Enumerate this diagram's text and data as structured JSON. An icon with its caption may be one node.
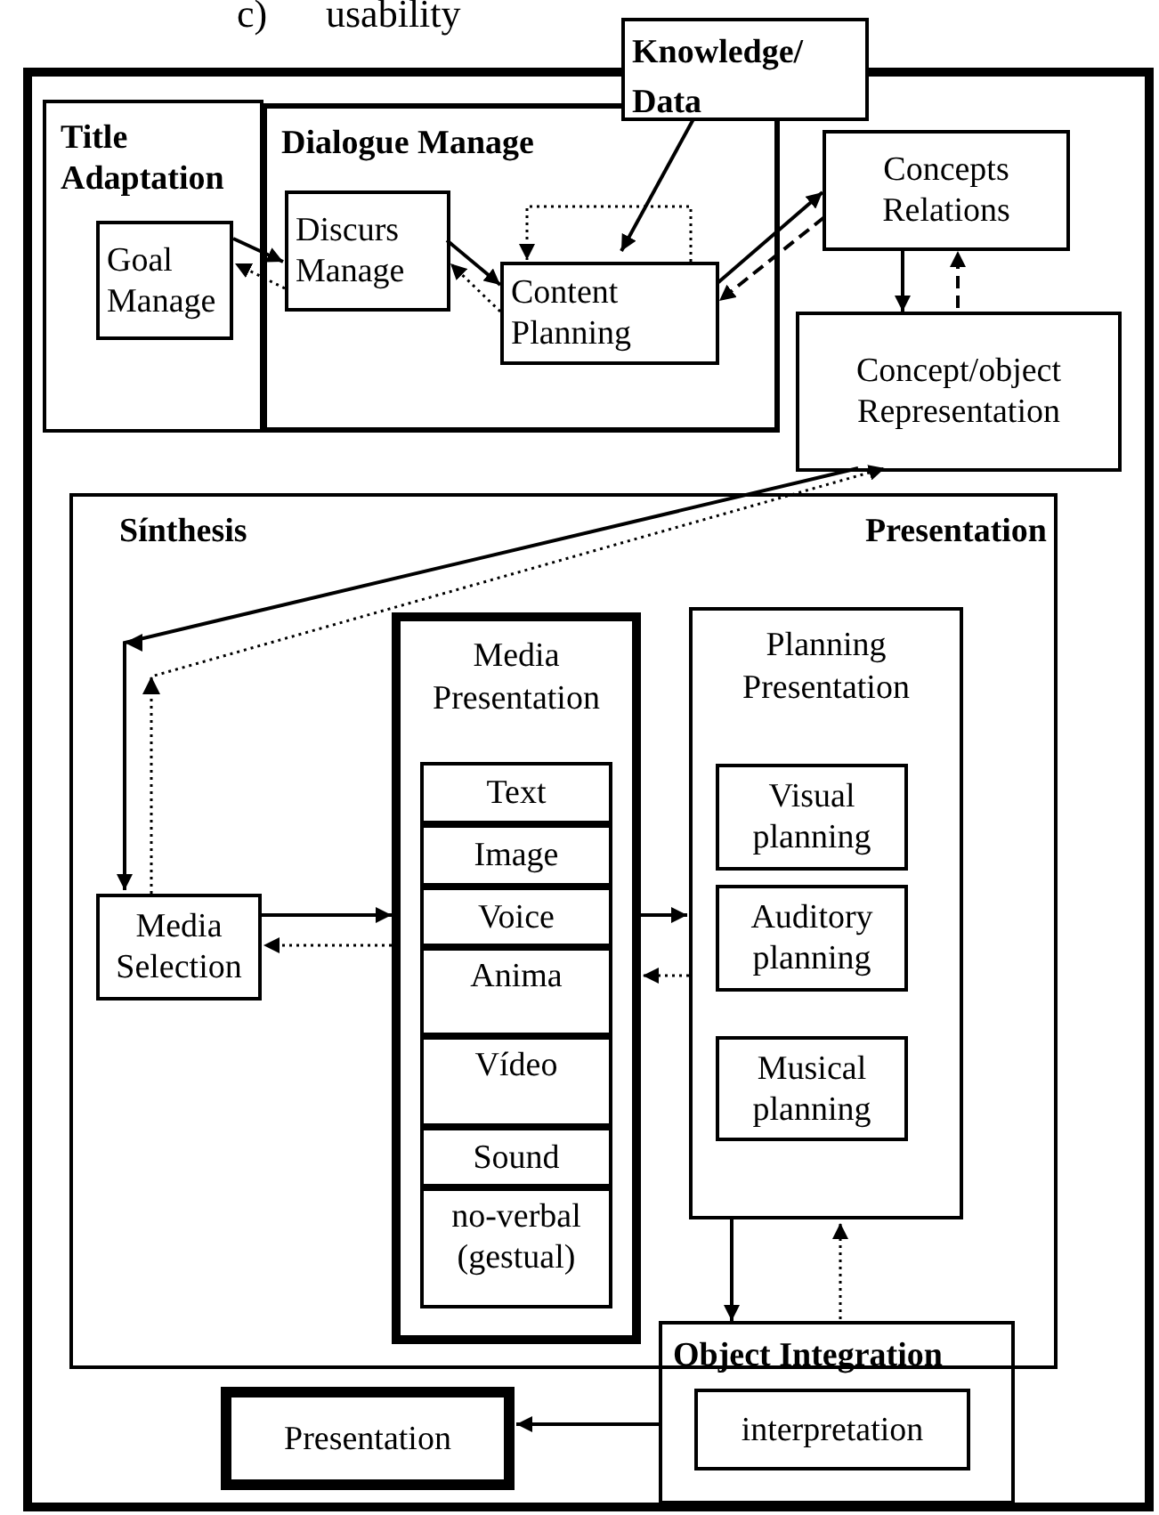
{
  "diagram": {
    "nodes": [
      {
        "text": [],
        "shape": "box"
      },
      {
        "text": [
          "Title Adaptation"
        ],
        "in": 0
      },
      {
        "text": [
          "Goal Manage"
        ],
        "in": 1
      },
      {
        "text": [
          "Dialogue Manage"
        ],
        "in": 0
      },
      {
        "text": [
          "Discurs Manage"
        ],
        "in": 3
      },
      {
        "text": [
          "Content Planning"
        ],
        "in": 3
      },
      {
        "text": [
          "Knowledge/ Data"
        ]
      },
      {
        "text": [
          "Concepts Relations"
        ],
        "in": 0
      },
      {
        "text": [
          "Concept/object Representation"
        ],
        "in": 0
      },
      {
        "text": [
          "Sínthesis",
          "Presentation"
        ],
        "in": 0
      },
      {
        "text": [
          "Media Selection"
        ],
        "in": 9
      },
      {
        "text": [
          "Media Presentation"
        ],
        "in": 9
      },
      {
        "text": [
          "Text"
        ],
        "in": 11
      },
      {
        "text": [
          "Image"
        ],
        "in": 11
      },
      {
        "text": [
          "Voice"
        ],
        "in": 11
      },
      {
        "text": [
          "Anima"
        ],
        "in": 11
      },
      {
        "text": [
          "Vídeo"
        ],
        "in": 11
      },
      {
        "text": [
          "Sound"
        ],
        "in": 11
      },
      {
        "text": [
          "no-verbal (gestual)"
        ],
        "in": 11
      },
      {
        "text": [
          "Planning Presentation"
        ],
        "in": 9
      },
      {
        "text": [
          "Visual planning"
        ],
        "in": 19
      },
      {
        "text": [
          "Auditory planning"
        ],
        "in": 19
      },
      {
        "text": [
          "Musical planning"
        ],
        "in": 19
      },
      {
        "text": [
          "Object Integration"
        ],
        "in": 0
      },
      {
        "text": [
          "interpretation"
        ],
        "in": 23
      },
      {
        "text": [
          "Presentation"
        ],
        "in": 0
      }
    ],
    "edges": [
      {
        "from": 2,
        "to": 4,
        "arrow": "to"
      },
      {
        "from": 4,
        "to": 2,
        "arrow": "to",
        "style": "dashed"
      },
      {
        "from": 4,
        "to": 5,
        "arrow": "to"
      },
      {
        "from": 5,
        "to": 4,
        "arrow": "to",
        "style": "dashed"
      },
      {
        "from": 5,
        "to": 5,
        "arrow": "to",
        "style": "dashed"
      },
      {
        "from": 6,
        "to": 5,
        "arrow": "to"
      },
      {
        "from": 5,
        "to": 7,
        "arrow": "to"
      },
      {
        "from": 7,
        "to": 5,
        "arrow": "to",
        "style": "dashed"
      },
      {
        "from": 7,
        "to": 8,
        "arrow": "to"
      },
      {
        "from": 8,
        "to": 7,
        "arrow": "to",
        "style": "dashed"
      },
      {
        "from": 8,
        "to": 10,
        "arrow": "to"
      },
      {
        "from": 10,
        "to": 8,
        "arrow": "to",
        "style": "dashed"
      },
      {
        "from": 10,
        "to": 11,
        "arrow": "to"
      },
      {
        "from": 11,
        "to": 10,
        "arrow": "to",
        "style": "dashed"
      },
      {
        "from": 11,
        "to": 19,
        "arrow": "to"
      },
      {
        "from": 19,
        "to": 11,
        "arrow": "to",
        "style": "dashed"
      },
      {
        "from": 19,
        "to": 23,
        "arrow": "to"
      },
      {
        "from": 23,
        "to": 19,
        "arrow": "to",
        "style": "dashed"
      },
      {
        "from": 23,
        "to": 25,
        "arrow": "to"
      }
    ],
    "labels": [
      "c)",
      "usability"
    ]
  }
}
